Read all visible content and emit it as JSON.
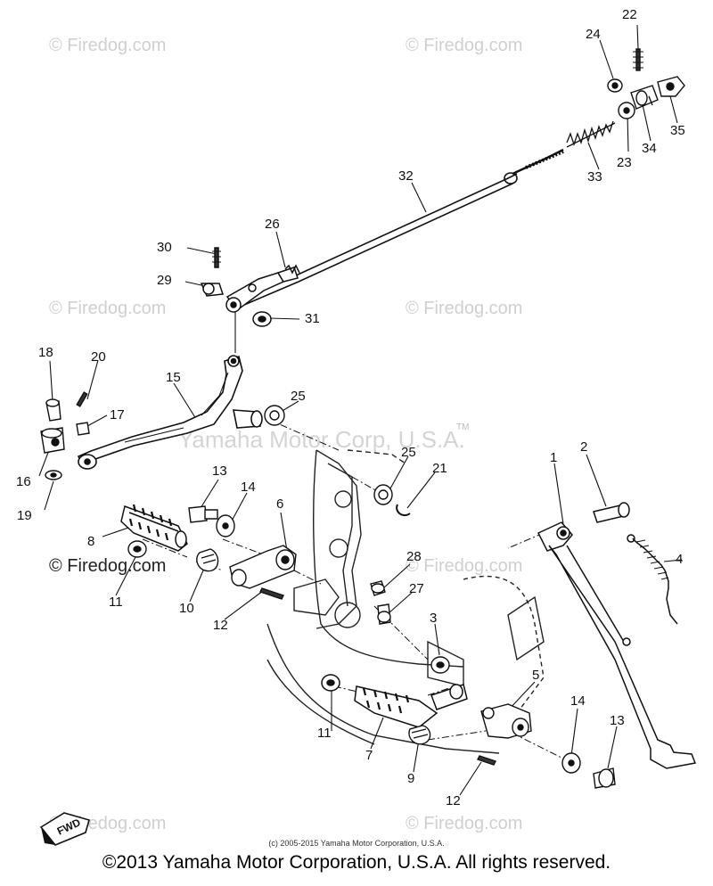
{
  "watermarks": {
    "site": "© Firedog.com",
    "center": "Yamaha Motor Corp, U.S.A.",
    "tm": "TM"
  },
  "fwd_label": "FWD",
  "footer": {
    "small": "(c) 2005-2015 Yamaha Motor Corporation, U.S.A.",
    "main": "©2013 Yamaha Motor Corporation, U.S.A. All rights reserved."
  },
  "callouts": {
    "n1": "1",
    "n2": "2",
    "n3": "3",
    "n4": "4",
    "n5": "5",
    "n6": "6",
    "n7": "7",
    "n8": "8",
    "n9": "9",
    "n10": "10",
    "n11a": "11",
    "n11b": "11",
    "n12a": "12",
    "n12b": "12",
    "n13a": "13",
    "n13b": "13",
    "n14a": "14",
    "n14b": "14",
    "n15": "15",
    "n16": "16",
    "n17": "17",
    "n18": "18",
    "n19": "19",
    "n20": "20",
    "n21": "21",
    "n22": "22",
    "n23": "23",
    "n24": "24",
    "n25a": "25",
    "n25b": "25",
    "n26": "26",
    "n27": "27",
    "n28": "28",
    "n29": "29",
    "n30": "30",
    "n31": "31",
    "n32": "32",
    "n33": "33",
    "n34": "34",
    "n35": "35"
  }
}
